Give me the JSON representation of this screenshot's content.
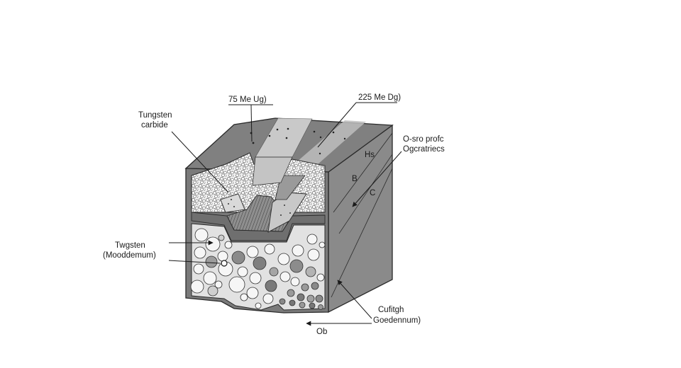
{
  "figure": {
    "labels": {
      "top_left_energy": "75 Me Ug)",
      "top_right_energy": "225 Me Dg)",
      "tungsten_carbide_line1": "Tungsten",
      "tungsten_carbide_line2": "carbide",
      "side_label_line1": "O-sro profc",
      "side_label_line2": "Ogcratriecs",
      "layer_hs": "Hs",
      "layer_b": "B",
      "layer_c": "C",
      "tungsten_m_line1": "Twgsten",
      "tungsten_m_line2": "(Mooddemum)",
      "bottom_right_line1": "Cufitgh",
      "bottom_right_line2": "Goedennum)",
      "bottom_arrow": "Ob"
    }
  }
}
